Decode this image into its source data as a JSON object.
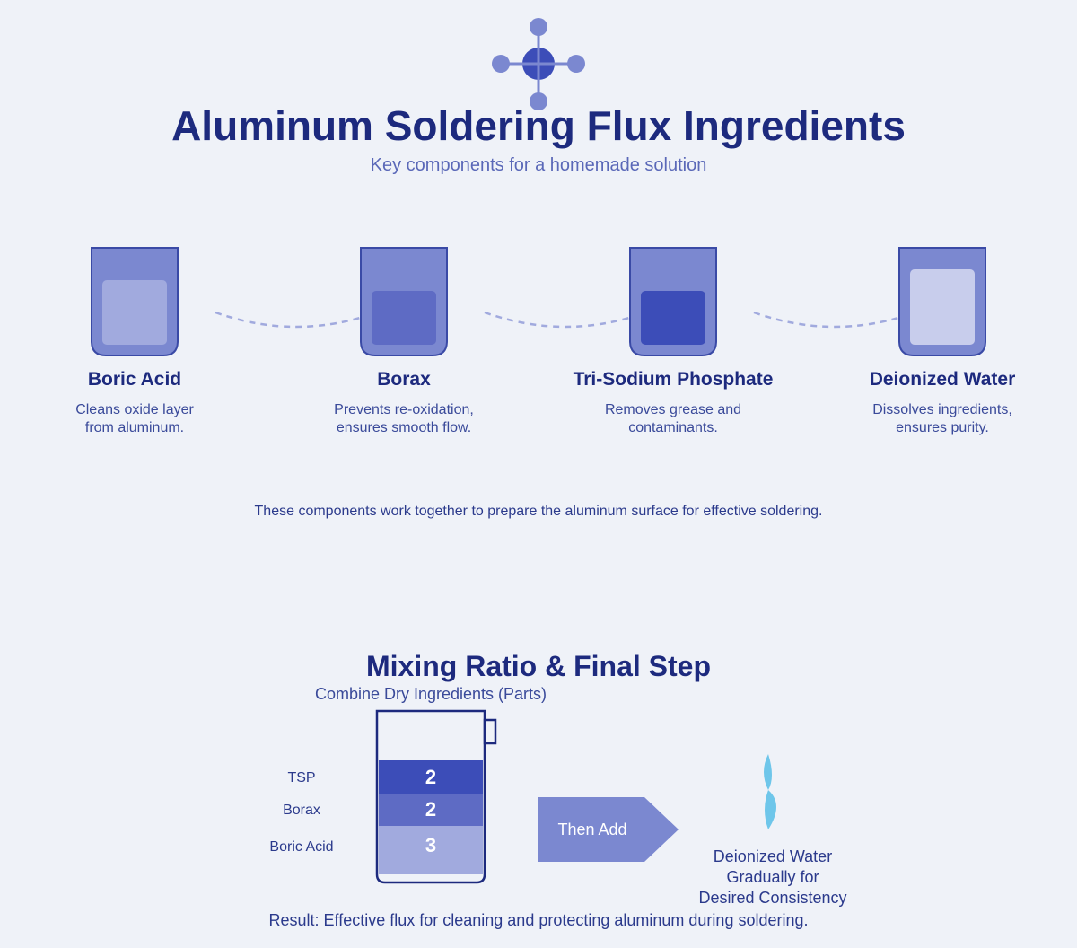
{
  "header": {
    "title": "Aluminum Soldering Flux Ingredients",
    "subtitle": "Key components for a homemade solution"
  },
  "ingredients": [
    {
      "name": "Boric Acid",
      "desc": [
        "Cleans oxide layer",
        "from aluminum."
      ],
      "icon": "jar-icon"
    },
    {
      "name": "Borax",
      "desc": [
        "Prevents re-oxidation,",
        "ensures smooth flow."
      ],
      "icon": "jar-icon"
    },
    {
      "name": "Tri-Sodium Phosphate",
      "desc": [
        "Removes grease and",
        "contaminants."
      ],
      "icon": "jar-icon"
    },
    {
      "name": "Deionized Water",
      "desc": [
        "Dissolves ingredients,",
        "ensures purity."
      ],
      "icon": "jar-icon"
    }
  ],
  "summary": "These components work together to prepare the aluminum surface for effective soldering.",
  "mixing": {
    "title": "Mixing Ratio & Final Step",
    "combine_label": "Combine Dry Ingredients (Parts)",
    "layers": [
      {
        "label": "TSP",
        "parts": "2"
      },
      {
        "label": "Borax",
        "parts": "2"
      },
      {
        "label": "Boric Acid",
        "parts": "3"
      }
    ],
    "arrow_label": "Then Add",
    "water_text": [
      "Deionized Water",
      "Gradually for",
      "Desired Consistency"
    ],
    "result": "Result: Effective flux for cleaning and protecting aluminum during soldering."
  },
  "colors": {
    "background": "#eff2f8",
    "title": "#1d2a7e",
    "jar": "#7b88d0",
    "jar_stroke": "#3a4aa6",
    "fill_light": "#a1aade",
    "fill_mid": "#5e6bc4",
    "fill_dark": "#3c4db8",
    "fill_water": "#c8cdec",
    "drop": "#6ec6ea"
  }
}
